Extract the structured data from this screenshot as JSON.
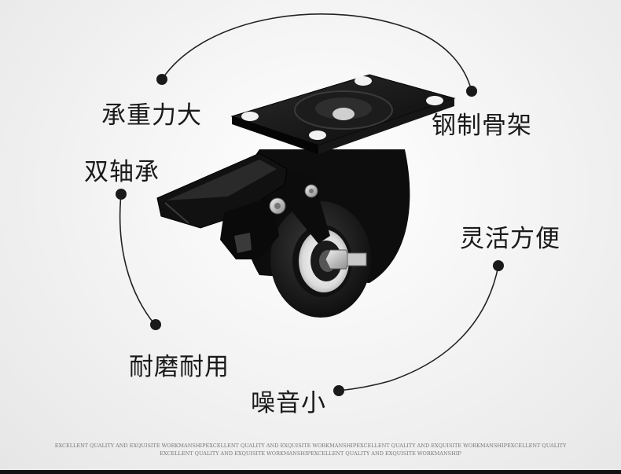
{
  "features": {
    "load_capacity": "承重力大",
    "steel_frame": "钢制骨架",
    "double_bearing": "双轴承",
    "flexible": "灵活方便",
    "durable": "耐磨耐用",
    "low_noise": "噪音小"
  },
  "footer": {
    "line1": "EXCELLENT QUALITY AND EXQUISITE WORKMANSHIPEXCELLENT QUALITY AND EXQUISITE WORKMANSHIPEXCELLENT QUALITY AND EXQUISITE WORKMANSHIPEXCELLENT QUALITY",
    "line2": "EXCELLENT QUALITY AND EXQUISITE WORKMANSHIPEXCELLENT QUALITY AND EXQUISITE WORKMANSHIP"
  }
}
